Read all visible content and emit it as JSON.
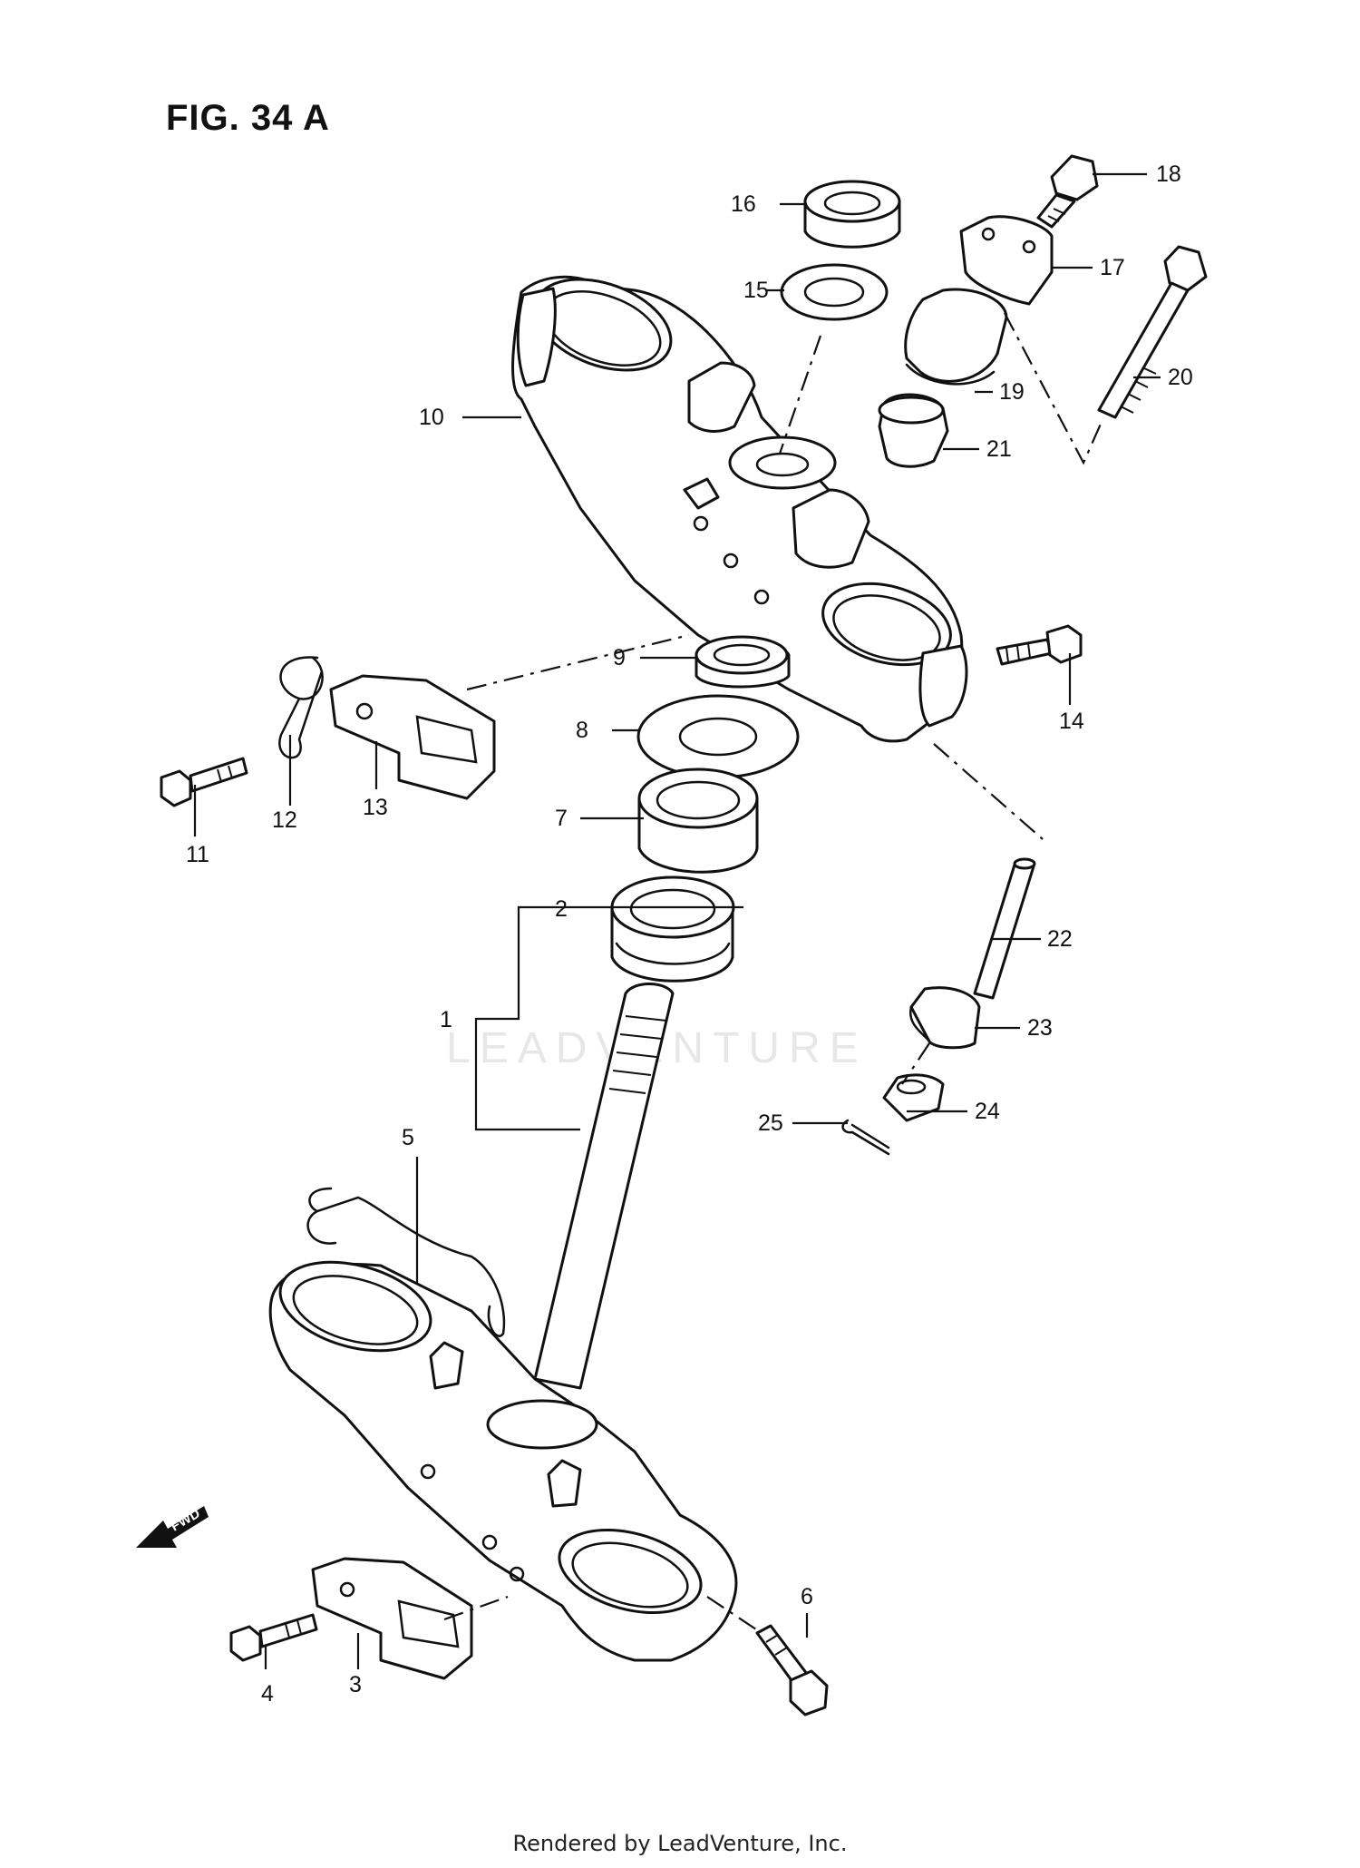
{
  "figure_title": "FIG. 34 A",
  "watermark": "LEADVENTURE",
  "footer": "Rendered by LeadVenture, Inc.",
  "fwd_label": "FWD",
  "callouts": [
    {
      "id": "c1",
      "label": "1"
    },
    {
      "id": "c2",
      "label": "2"
    },
    {
      "id": "c3",
      "label": "3"
    },
    {
      "id": "c4",
      "label": "4"
    },
    {
      "id": "c5",
      "label": "5"
    },
    {
      "id": "c6",
      "label": "6"
    },
    {
      "id": "c7",
      "label": "7"
    },
    {
      "id": "c8",
      "label": "8"
    },
    {
      "id": "c9",
      "label": "9"
    },
    {
      "id": "c10",
      "label": "10"
    },
    {
      "id": "c11",
      "label": "11"
    },
    {
      "id": "c12",
      "label": "12"
    },
    {
      "id": "c13",
      "label": "13"
    },
    {
      "id": "c14",
      "label": "14"
    },
    {
      "id": "c15",
      "label": "15"
    },
    {
      "id": "c16",
      "label": "16"
    },
    {
      "id": "c17",
      "label": "17"
    },
    {
      "id": "c18",
      "label": "18"
    },
    {
      "id": "c19",
      "label": "19"
    },
    {
      "id": "c20",
      "label": "20"
    },
    {
      "id": "c21",
      "label": "21"
    },
    {
      "id": "c22",
      "label": "22"
    },
    {
      "id": "c23",
      "label": "23"
    },
    {
      "id": "c24",
      "label": "24"
    },
    {
      "id": "c25",
      "label": "25"
    }
  ]
}
